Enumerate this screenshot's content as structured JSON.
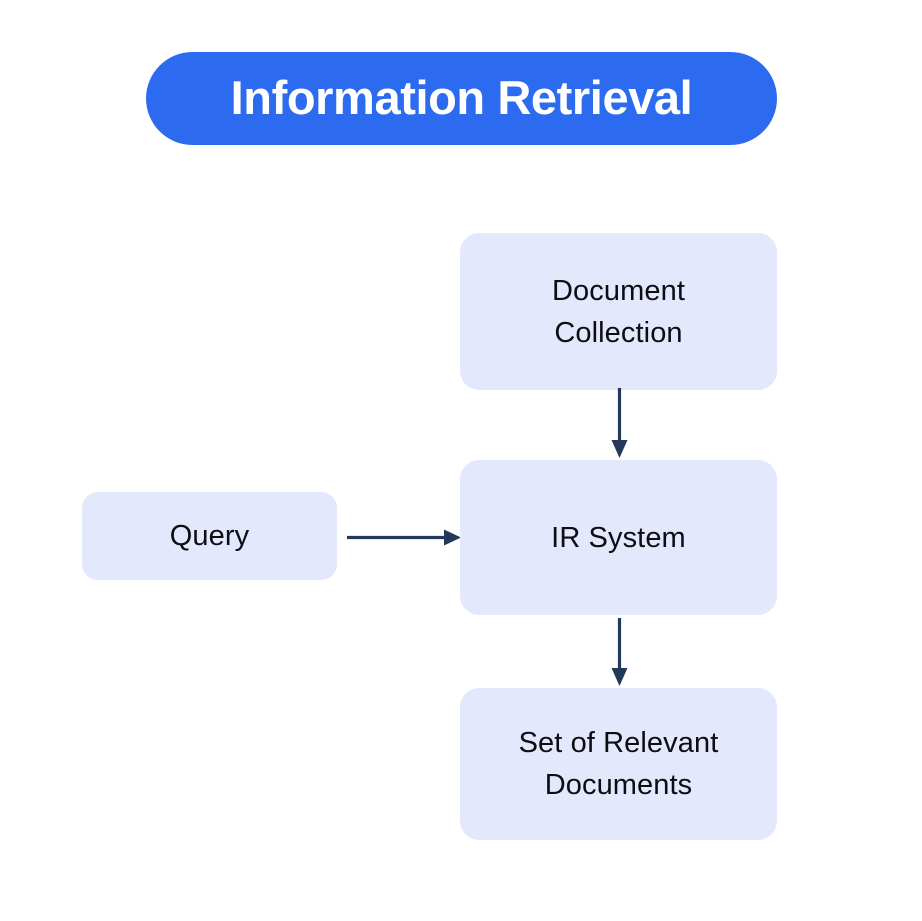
{
  "diagram": {
    "title": "Information Retrieval",
    "background_color": "#FFFFFF",
    "accent_color": "#2C6BF0",
    "node_fill_color": "#E3E8FD",
    "node_text_color": "#0D0D12",
    "arrow_color": "#22395A",
    "nodes": [
      {
        "id": "document-collection",
        "label": "Document\nCollection"
      },
      {
        "id": "query",
        "label": "Query"
      },
      {
        "id": "ir-system",
        "label": "IR System"
      },
      {
        "id": "relevant-documents",
        "label": "Set of Relevant\nDocuments"
      }
    ],
    "arrows": [
      {
        "id": "doc-to-ir",
        "from": "document-collection",
        "to": "ir-system",
        "direction": "down"
      },
      {
        "id": "query-to-ir",
        "from": "query",
        "to": "ir-system",
        "direction": "right"
      },
      {
        "id": "ir-to-results",
        "from": "ir-system",
        "to": "relevant-documents",
        "direction": "down"
      }
    ]
  }
}
